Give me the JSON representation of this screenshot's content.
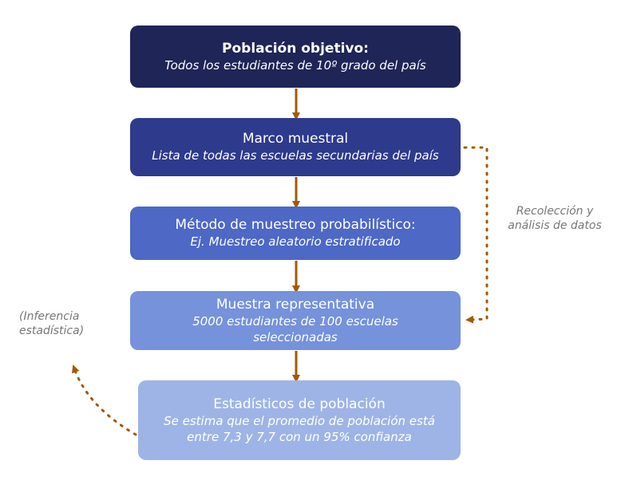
{
  "boxes": [
    {
      "title": "Población objetivo:",
      "subtitle": "Todos los estudiantes de 10º grado del país",
      "color": "#1f2557"
    },
    {
      "title": "Marco muestral",
      "subtitle": "Lista de todas las escuelas secundarias del país",
      "color": "#2e3a8c"
    },
    {
      "title": "Método de muestreo probabilístico:",
      "subtitle": "Ej. Muestreo aleatorio estratificado",
      "color": "#4d68c5"
    },
    {
      "title": "Muestra representativa",
      "subtitle": "5000 estudiantes de 100 escuelas seleccionadas",
      "color": "#7592db"
    },
    {
      "title": "Estadísticos de población",
      "subtitle": "Se estima que el promedio de población está entre 7,3 y 7,7 con un 95% confianza",
      "color": "#9fb4e6"
    }
  ],
  "notes": {
    "right": "Recolección y análisis de datos",
    "left": "(Inferencia estadística)"
  },
  "arrow_color": "#a35a00"
}
